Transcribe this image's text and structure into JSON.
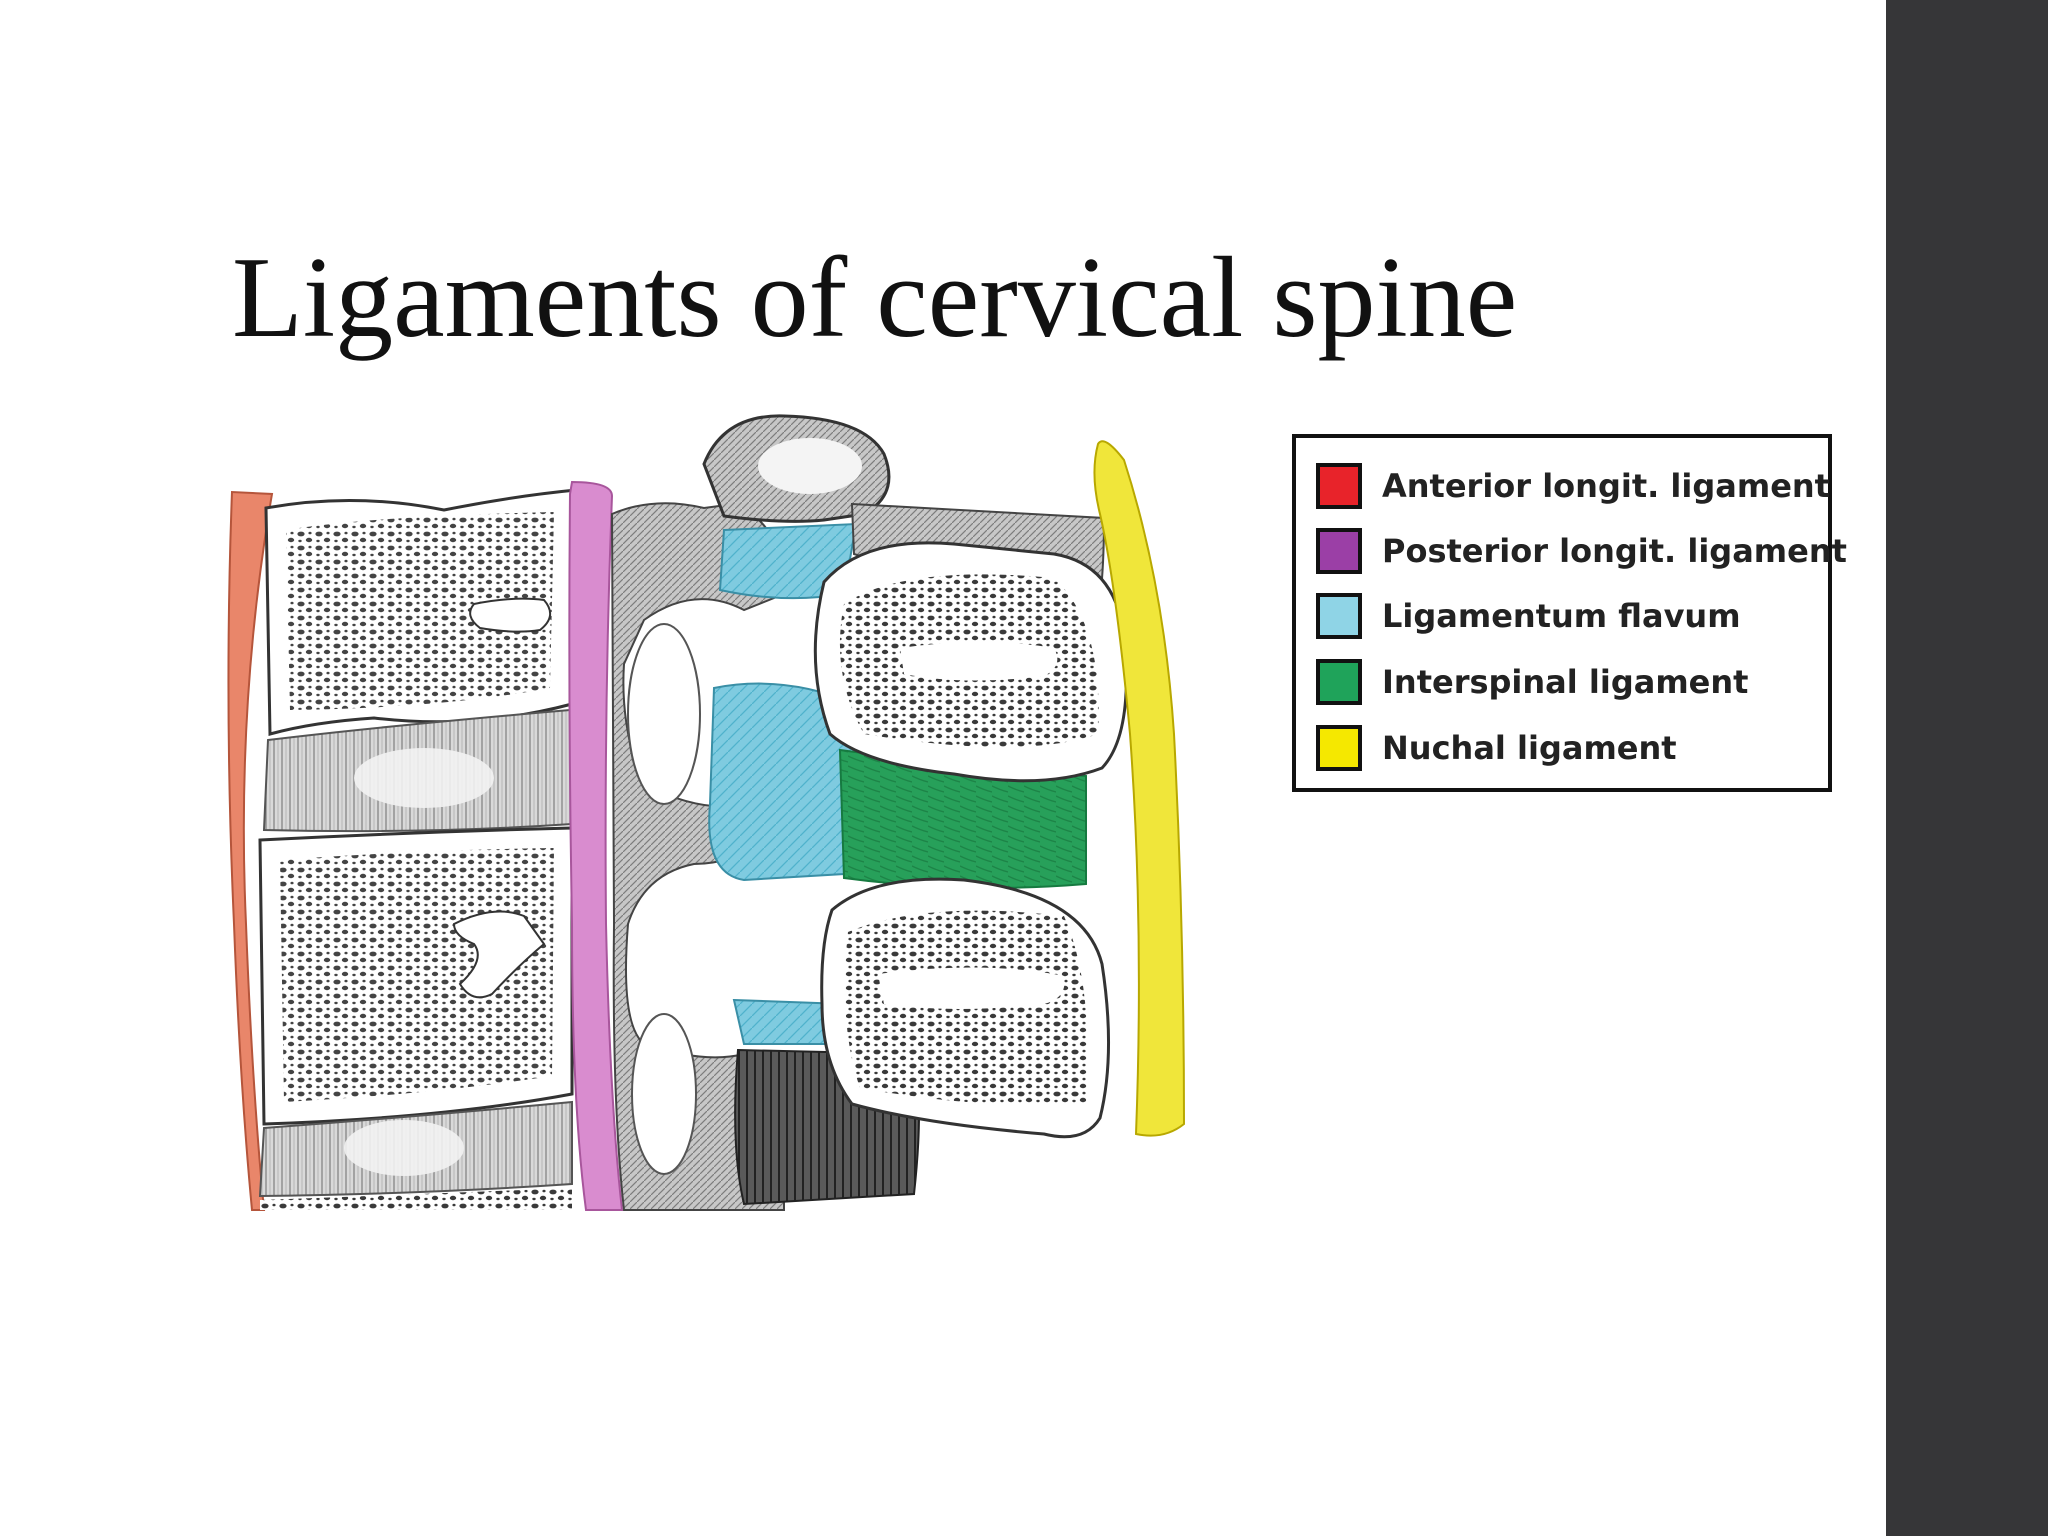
{
  "slide": {
    "title": "Ligaments of cervical spine"
  },
  "legend": {
    "items": [
      {
        "label": "Anterior longit. ligament",
        "color": "#e8232a",
        "icon": "red-square"
      },
      {
        "label": "Posterior longit. ligament",
        "color": "#9b3fa6",
        "icon": "purple-square"
      },
      {
        "label": "Ligamentum flavum",
        "color": "#8fd4e6",
        "icon": "light-blue-square"
      },
      {
        "label": "Interspinal ligament",
        "color": "#1fa35a",
        "icon": "green-square"
      },
      {
        "label": "Nuchal ligament",
        "color": "#f5e800",
        "icon": "yellow-square"
      }
    ]
  },
  "colors": {
    "sidebar": "#363638",
    "anterior_band": "#e9866a",
    "posterior_band": "#d98ccf",
    "flavum": "#7fcbe0",
    "interspinal": "#27a05a",
    "nuchal": "#f0e63a",
    "bone": "#ffffff",
    "cancellous": "#3a3a3a"
  }
}
